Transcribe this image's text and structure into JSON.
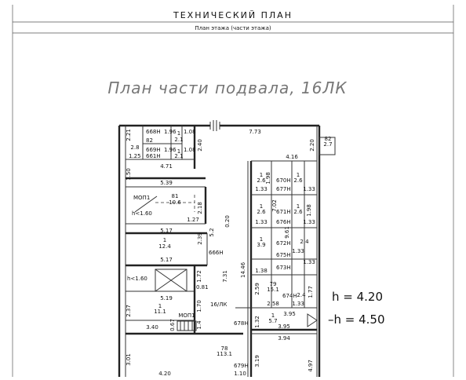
{
  "header": {
    "title": "ТЕХНИЧЕСКИЙ ПЛАН",
    "subtitle": "План этажа (части этажа)"
  },
  "plan_title": "План части подвала, 16ЛК",
  "heights": {
    "h1": "h = 4.20",
    "h2": "–h = 4.50"
  },
  "labels": {
    "dim_773": "7.73",
    "dim_82": "82",
    "dim_27": "2.7",
    "dim_220": "2.20",
    "dim_221": "2.21",
    "room_668n": "668Н",
    "dim_196a": "1.96",
    "dim_108a": "1.08",
    "dim_82b": "82",
    "dim_28": "2.8",
    "one_a": "1",
    "dim_21a": "2.1",
    "room_669n": "669Н",
    "dim_196b": "1.96",
    "dim_108b": "1.08",
    "dim_21b": "2.1",
    "one_b": "1",
    "dim_125": "1.25",
    "room_661n": "661Н",
    "dim_471": "4.71",
    "dim_240": "2.40",
    "dim_416": "4.16",
    "dim_150": "1.50",
    "dim_539": "5.39",
    "mop1_a": "МОП1",
    "num_81": "81",
    "dim_106": "10.6",
    "h160_a": "h<1.60",
    "dim_127": "1.27",
    "dim_218": "2.18",
    "dim_020": "0.20",
    "dim_52": "5.2",
    "dim_517a": "5.17",
    "one_c": "1",
    "dim_124": "12.4",
    "dim_517b": "5.17",
    "dim_239": "2.39",
    "room_666n": "666Н",
    "h160_b": "h<1.60",
    "dim_081": "0.81",
    "dim_172": "1.72",
    "dim_731": "7.31",
    "dim_519": "5.19",
    "one_d": "1",
    "dim_111": "11.1",
    "dim_170": "1.70",
    "label_16lk": "16/ЛК",
    "dim_237": "2.37",
    "mop1_b": "МОП1",
    "dim_067": "0.67",
    "dim_14": "1.4",
    "dim_340": "3.40",
    "dim_1446": "14.46",
    "room_670n": "670Н",
    "dim_26a": "2.6",
    "dim_198a": "1.98",
    "dim_26b": "2.6",
    "dim_133a": "1.33",
    "room_677n": "677Н",
    "dim_133b": "1.33",
    "room_671n": "671Н",
    "dim_26c": "2.6",
    "dim_198b": "1.98",
    "dim_26d": "2.6",
    "dim_133c": "1.33",
    "room_676n": "676Н",
    "dim_133d": "1.33",
    "dim_702": "7.02",
    "dim_961": "9.61",
    "room_672n": "672Н",
    "dim_39": "3.9",
    "dim_24": "2.4",
    "dim_133e": "1.33",
    "room_675n": "675Н",
    "dim_133f": "1.33",
    "dim_138": "1.38",
    "room_673n": "673Н",
    "dim_259": "2.59",
    "num_79": "79",
    "dim_151": "15.1",
    "room_674n": "674Н",
    "dim_24b": "2.4",
    "dim_177": "1.77",
    "dim_258": "2.58",
    "dim_133g": "1.33",
    "room_678n": "678Н",
    "dim_132": "1.32",
    "one_e": "1",
    "dim_57": "5.7",
    "dim_395a": "3.95",
    "dim_395b": "3.95",
    "dim_394": "3.94",
    "num_78": "78",
    "dim_1131": "113.1",
    "dim_301": "3.01",
    "room_679n": "679Н",
    "dim_319": "3.19",
    "dim_497": "4.97",
    "dim_420": "4.20",
    "dim_110": "1.10"
  }
}
